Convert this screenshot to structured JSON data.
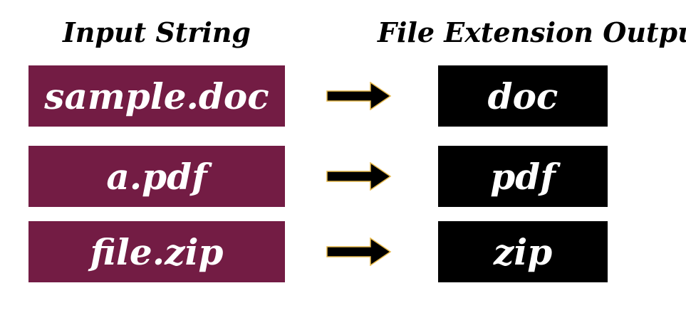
{
  "headings": {
    "input": "Input String",
    "output": "File Extension Output"
  },
  "colors": {
    "input_box": "#731c44",
    "output_box": "#000000",
    "arrow_fill": "#000000",
    "arrow_stroke": "#e6b84a",
    "text": "#ffffff"
  },
  "rows": [
    {
      "input": "sample.doc",
      "output": "doc"
    },
    {
      "input": "a.pdf",
      "output": "pdf"
    },
    {
      "input": "file.zip",
      "output": "zip"
    }
  ]
}
